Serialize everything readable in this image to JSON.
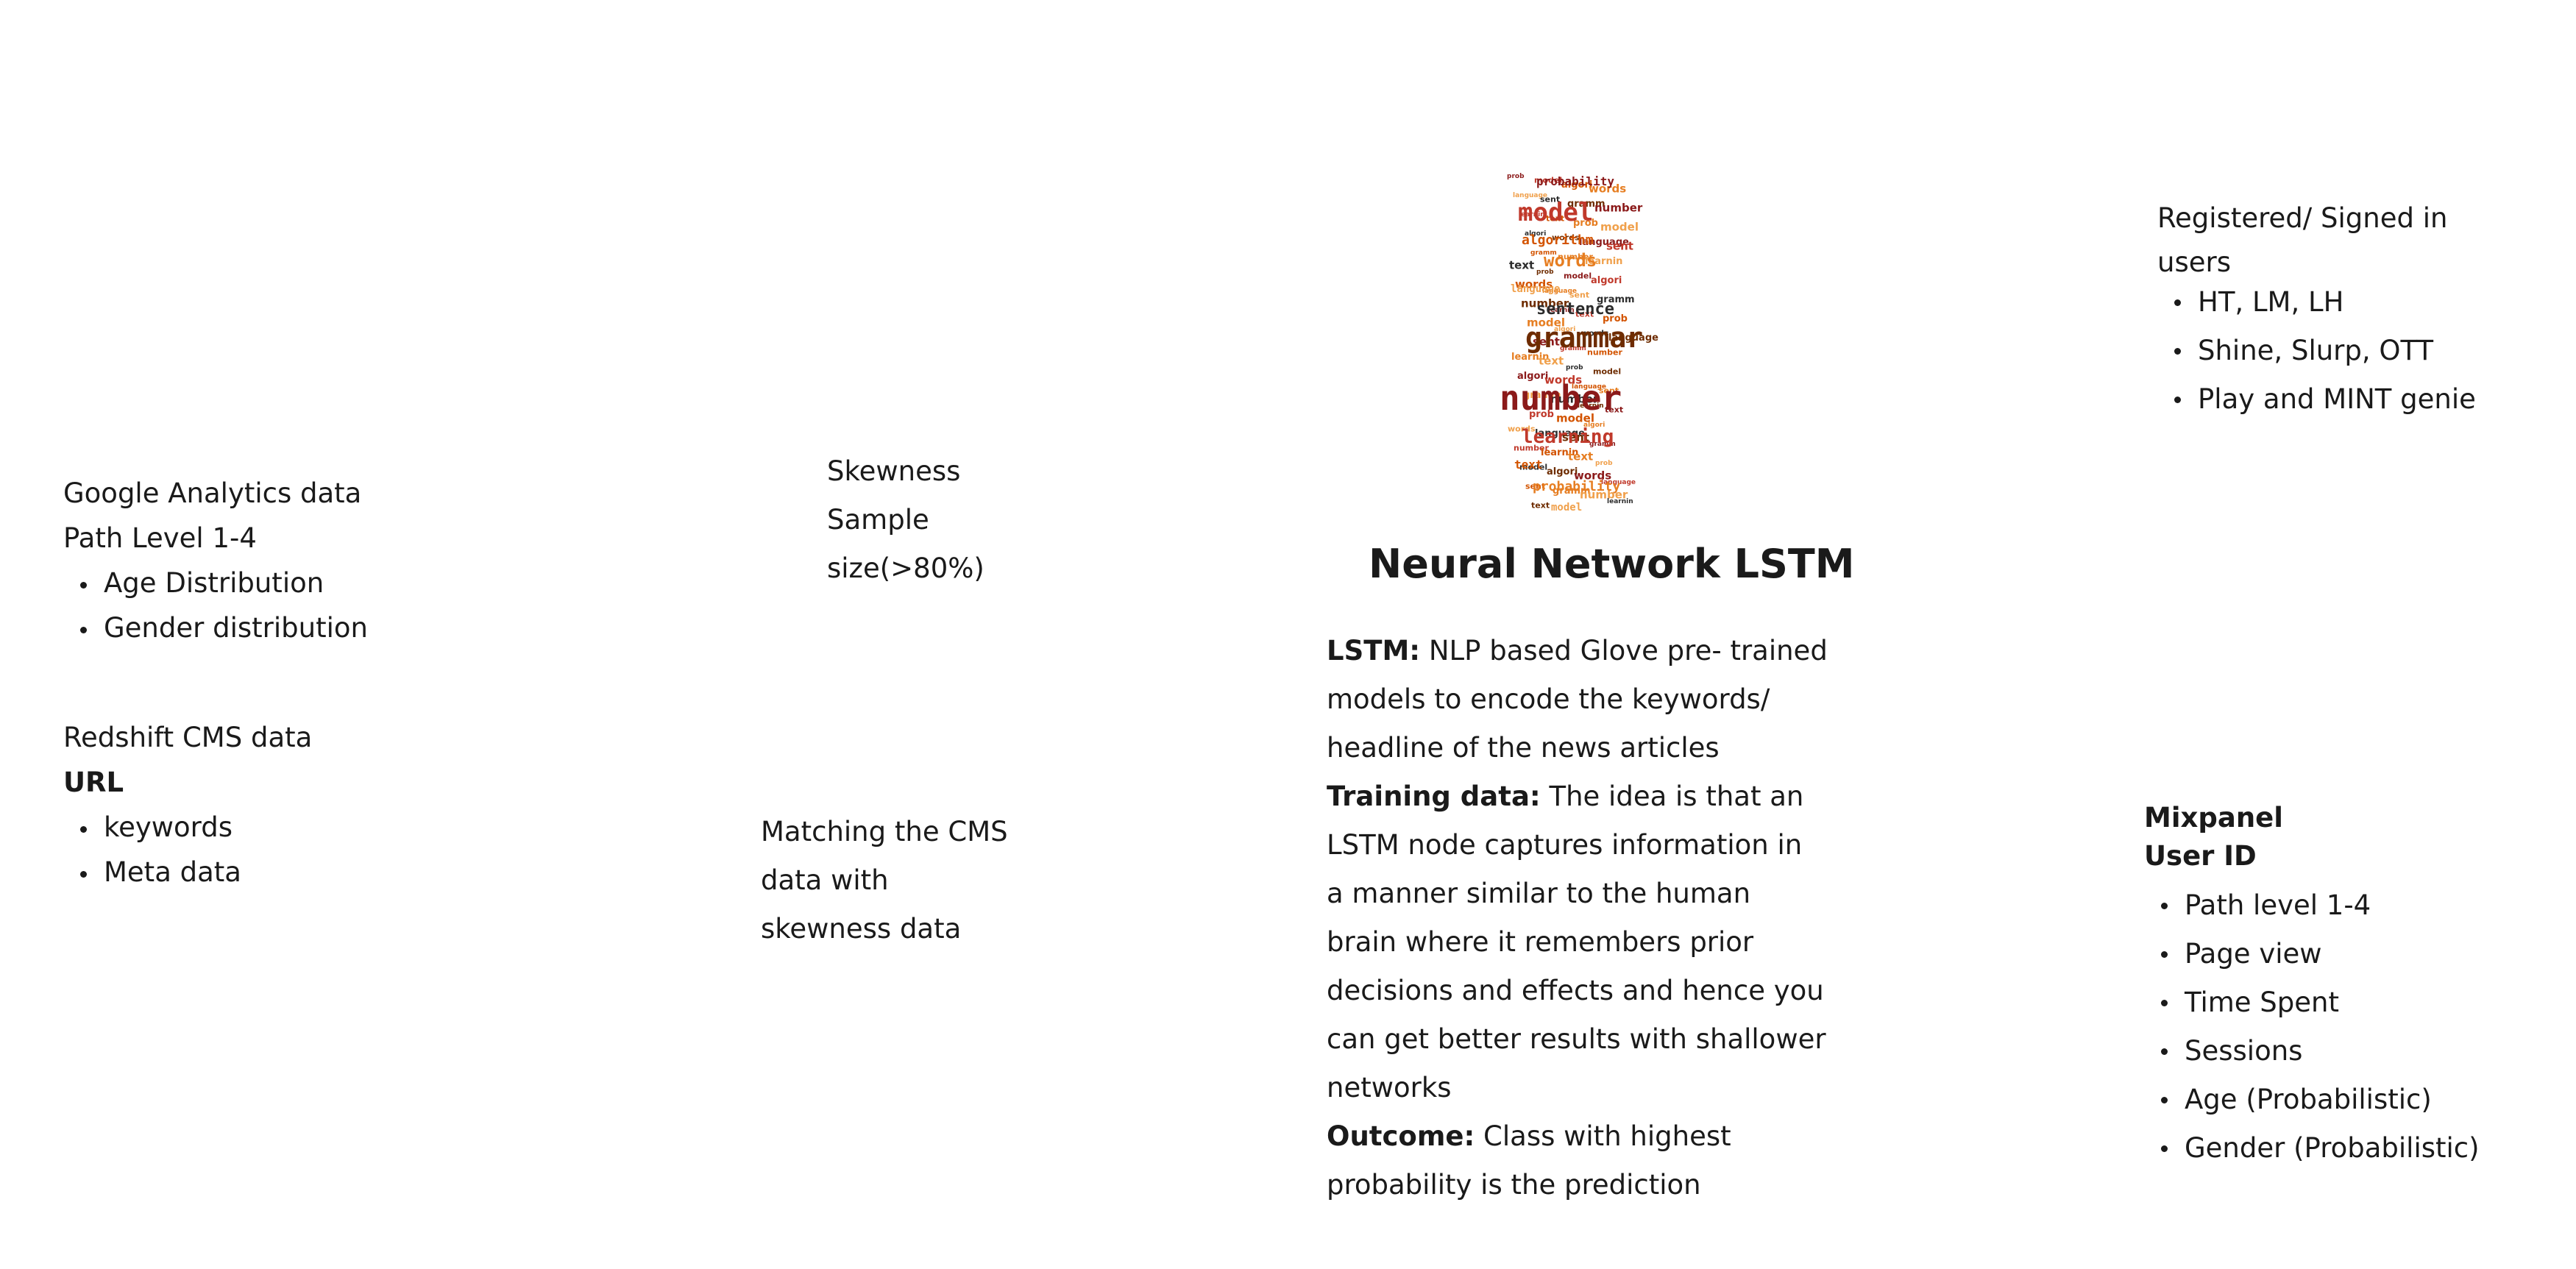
{
  "ga": {
    "title": "Google Analytics data",
    "subtitle": "Path Level 1-4",
    "items": [
      "Age Distribution",
      "Gender distribution"
    ]
  },
  "cms": {
    "title": "Redshift CMS data",
    "subtitle": "URL",
    "items": [
      "keywords",
      "Meta data"
    ]
  },
  "skewness": {
    "lines": [
      "Skewness",
      "Sample",
      "size(>80%)"
    ]
  },
  "matching": {
    "lines": [
      "Matching the CMS",
      "data with",
      "skewness data"
    ]
  },
  "wordcloud": {
    "icon": "word-cloud-image",
    "words": [
      "probability",
      "model",
      "algorithm",
      "words",
      "language",
      "sentence",
      "grammar",
      "number",
      "learning",
      "text"
    ],
    "colors": [
      "#8b1a1a",
      "#c0392b",
      "#d35400",
      "#e67e22",
      "#f0a04b",
      "#2c2c2c",
      "#6e2c00"
    ]
  },
  "network": {
    "title": "Neural Network LSTM",
    "lstm_label": "LSTM:",
    "lstm_lines": [
      " NLP based Glove pre- trained",
      "models to encode the keywords/",
      "headline of the news articles"
    ],
    "training_label": "Training data:",
    "training_lines": [
      " The idea is that an",
      "LSTM node captures information in",
      "a manner similar to the human",
      "brain where it remembers prior",
      "decisions and effects and hence you",
      "can get better results with shallower",
      "networks"
    ],
    "outcome_label": "Outcome:",
    "outcome_lines": [
      " Class with highest",
      "probability is the prediction"
    ]
  },
  "registered": {
    "lines": [
      "Registered/ Signed in",
      "users"
    ],
    "items": [
      "HT, LM, LH",
      "Shine, Slurp, OTT",
      "Play and MINT genie"
    ]
  },
  "mixpanel": {
    "title": "Mixpanel",
    "subtitle": "User ID",
    "items": [
      "Path level 1-4",
      "Page view",
      "Time Spent",
      "Sessions",
      "Age (Probabilistic)",
      "Gender (Probabilistic)"
    ]
  }
}
